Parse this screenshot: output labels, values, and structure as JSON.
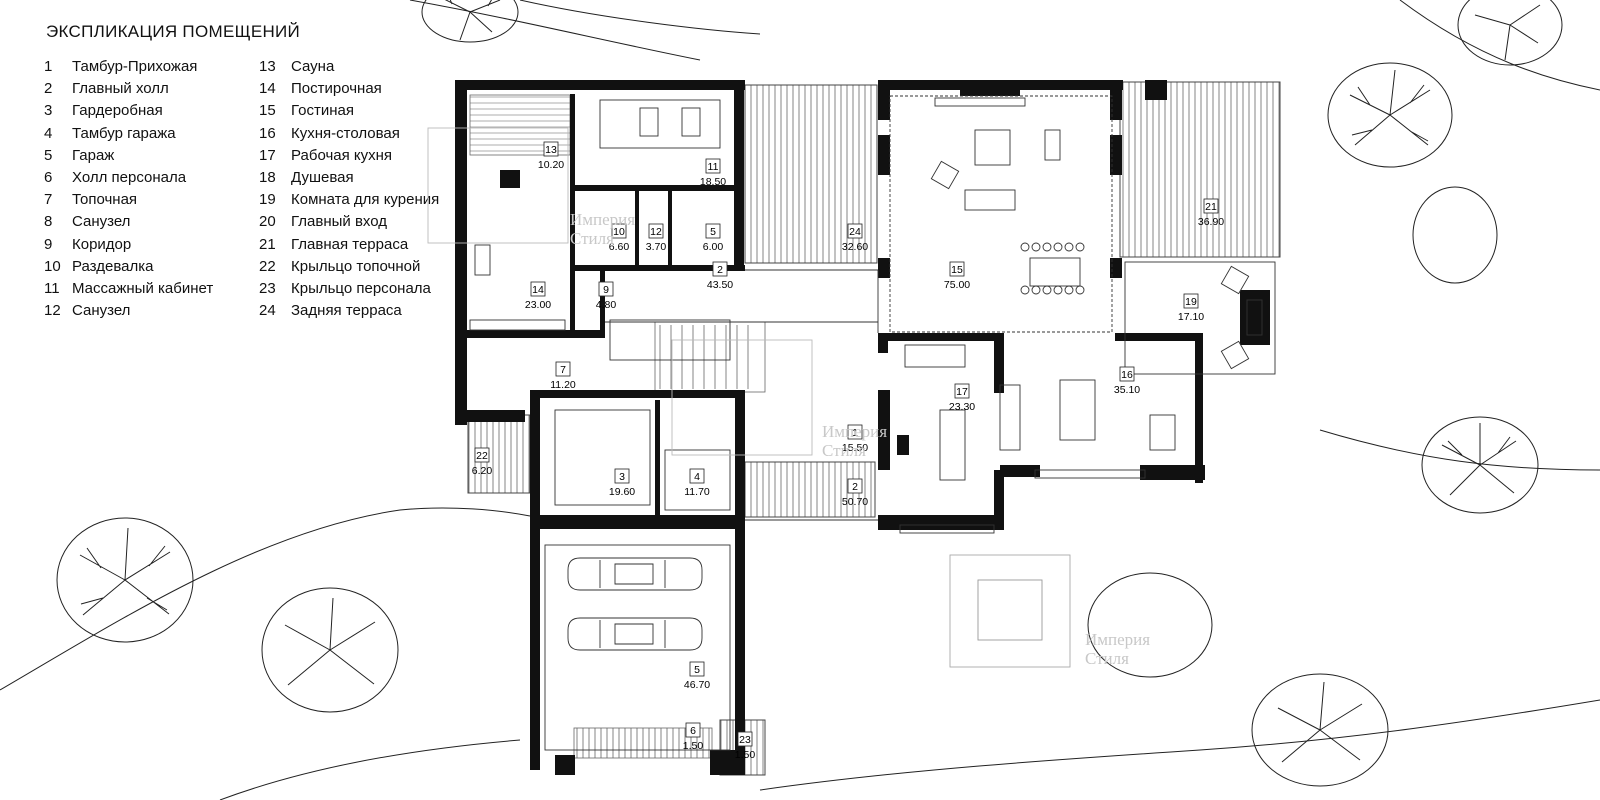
{
  "legend": {
    "title": "ЭКСПЛИКАЦИЯ ПОМЕЩЕНИЙ",
    "items": [
      {
        "num": "1",
        "name": "Тамбур-Прихожая"
      },
      {
        "num": "2",
        "name": "Главный холл"
      },
      {
        "num": "3",
        "name": "Гардеробная"
      },
      {
        "num": "4",
        "name": "Тамбур гаража"
      },
      {
        "num": "5",
        "name": "Гараж"
      },
      {
        "num": "6",
        "name": "Холл персонала"
      },
      {
        "num": "7",
        "name": "Топочная"
      },
      {
        "num": "8",
        "name": "Санузел"
      },
      {
        "num": "9",
        "name": "Коридор"
      },
      {
        "num": "10",
        "name": "Раздевалка"
      },
      {
        "num": "11",
        "name": "Массажный кабинет"
      },
      {
        "num": "12",
        "name": "Санузел"
      },
      {
        "num": "13",
        "name": "Сауна"
      },
      {
        "num": "14",
        "name": "Постирочная"
      },
      {
        "num": "15",
        "name": "Гостиная"
      },
      {
        "num": "16",
        "name": "Кухня-столовая"
      },
      {
        "num": "17",
        "name": "Рабочая кухня"
      },
      {
        "num": "18",
        "name": "Душевая"
      },
      {
        "num": "19",
        "name": "Комната для курения"
      },
      {
        "num": "20",
        "name": "Главный вход"
      },
      {
        "num": "21",
        "name": "Главная терраса"
      },
      {
        "num": "22",
        "name": "Крыльцо топочной"
      },
      {
        "num": "23",
        "name": "Крыльцо персонала"
      },
      {
        "num": "24",
        "name": "Задняя терраса"
      }
    ]
  },
  "room_tags": [
    {
      "num": "13",
      "area": "10.20"
    },
    {
      "num": "11",
      "area": "18.50"
    },
    {
      "num": "10",
      "area": "6.60"
    },
    {
      "num": "12",
      "area": "3.70"
    },
    {
      "num": "5",
      "area": "6.00"
    },
    {
      "num": "24",
      "area": "32.60"
    },
    {
      "num": "15",
      "area": "75.00"
    },
    {
      "num": "21",
      "area": "36.90"
    },
    {
      "num": "14",
      "area": "23.00"
    },
    {
      "num": "9",
      "area": "4.80"
    },
    {
      "num": "2",
      "area": "43.50"
    },
    {
      "num": "19",
      "area": "17.10"
    },
    {
      "num": "7",
      "area": "11.20"
    },
    {
      "num": "17",
      "area": "23.30"
    },
    {
      "num": "16",
      "area": "35.10"
    },
    {
      "num": "1",
      "area": "15.50"
    },
    {
      "num": "22",
      "area": "6.20"
    },
    {
      "num": "3",
      "area": "19.60"
    },
    {
      "num": "4",
      "area": "11.70"
    },
    {
      "num": "2",
      "area": "50.70"
    },
    {
      "num": "5",
      "area": "46.70"
    },
    {
      "num": "6",
      "area": "1.50"
    },
    {
      "num": "23",
      "area": "1.50"
    }
  ],
  "watermark": {
    "line1": "Империя",
    "line2": "Стиля"
  }
}
